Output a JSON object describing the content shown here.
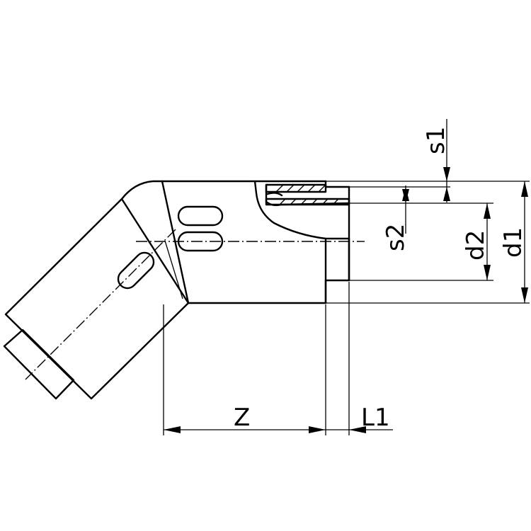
{
  "labels": {
    "z": "Z",
    "l1": "L1",
    "s1": "s1",
    "s2": "s2",
    "d1": "d1",
    "d2": "d2"
  },
  "colors": {
    "line": "#000000",
    "background": "#ffffff"
  }
}
